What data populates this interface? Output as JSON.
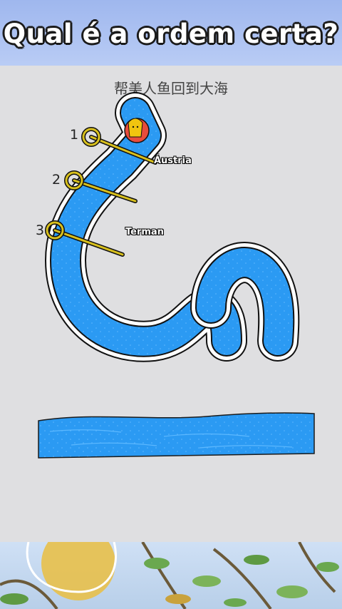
{
  "header": {
    "question": "Qual é a ordem certa?"
  },
  "game": {
    "title": "帮美人鱼回到大海",
    "pins": [
      {
        "number": "1"
      },
      {
        "number": "2"
      },
      {
        "number": "3"
      }
    ],
    "labels": {
      "austria": "Áustria",
      "terman": "Terman"
    }
  },
  "colors": {
    "water": "#2b9af3",
    "water_light": "#5cb8ff",
    "pin_gold": "#d8c01d",
    "pipe_outline": "#111111"
  }
}
